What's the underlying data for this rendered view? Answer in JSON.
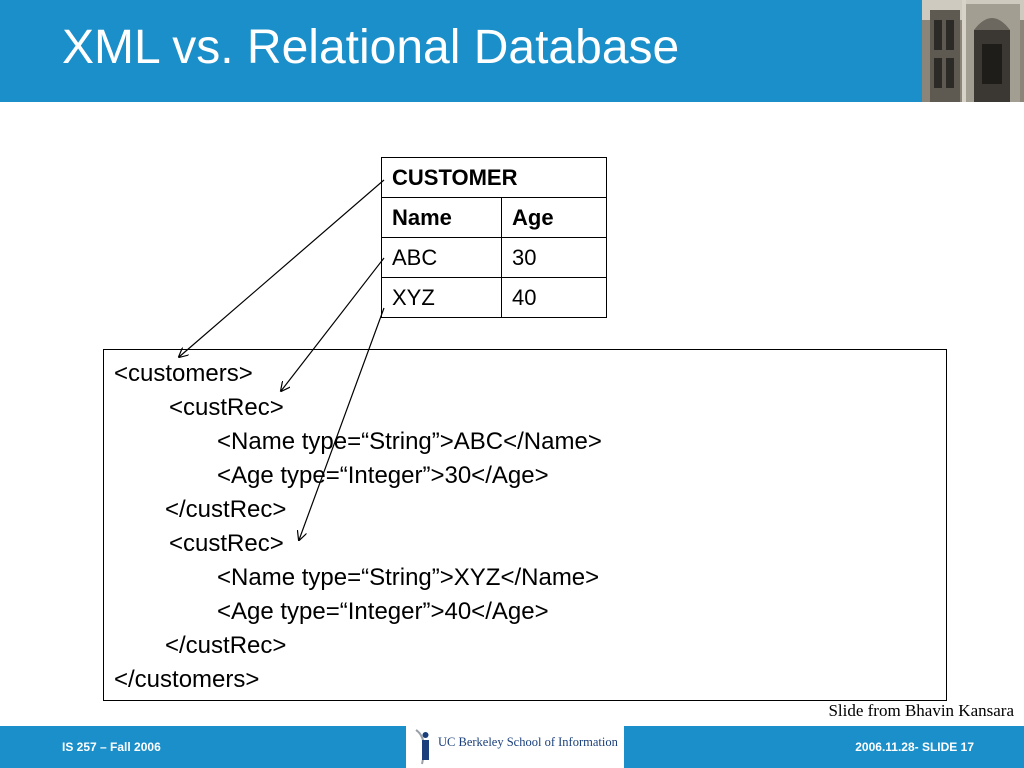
{
  "slide": {
    "title": "XML vs. Relational Database",
    "credit": "Slide from Bhavin Kansara"
  },
  "table": {
    "name": "CUSTOMER",
    "columns": [
      "Name",
      "Age"
    ],
    "rows": [
      [
        "ABC",
        "30"
      ],
      [
        "XYZ",
        "40"
      ]
    ]
  },
  "xml": {
    "lines": [
      "<customers>",
      "<custRec>",
      "<Name type=“String”>ABC</Name>",
      "<Age type=“Integer”>30</Age>",
      "</custRec>",
      "<custRec>",
      "<Name type=“String”>XYZ</Name>",
      "<Age type=“Integer”>40</Age>",
      "</custRec>",
      "</customers>"
    ]
  },
  "footer": {
    "left": "IS 257 – Fall 2006",
    "logo_text": "UC Berkeley School of Information",
    "right": "2006.11.28- SLIDE 17"
  },
  "colors": {
    "header": "#1a8fc9",
    "logo_text": "#1a3f7a"
  }
}
